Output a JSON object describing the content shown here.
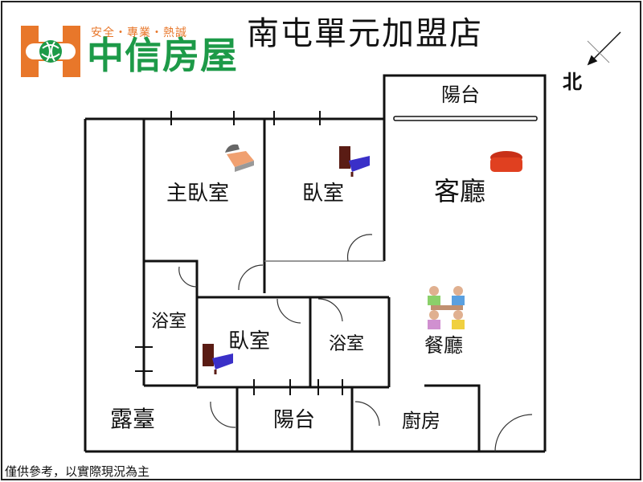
{
  "header": {
    "slogan": "安全・專業・熱誠",
    "brand": "中信房屋",
    "store_name": "南屯單元加盟店",
    "brand_colors": {
      "orange": "#e8772a",
      "green": "#1d9a48"
    }
  },
  "compass": {
    "label": "北",
    "icon": "north-arrow-icon"
  },
  "rooms": {
    "master_bedroom": "主臥室",
    "bedroom_1": "臥室",
    "living_room": "客廳",
    "bathroom_1": "浴室",
    "bedroom_2": "臥室",
    "bathroom_2": "浴室",
    "dining_room": "餐廳",
    "terrace": "露臺",
    "balcony_front": "陽台",
    "balcony_rear": "陽台",
    "kitchen": "廚房"
  },
  "furniture_icons": [
    "bed-icon",
    "bed-icon",
    "sofa-icon",
    "dining-table-icon",
    "bed-icon"
  ],
  "footer": {
    "disclaimer": "僅供參考，以實際現況為主"
  }
}
